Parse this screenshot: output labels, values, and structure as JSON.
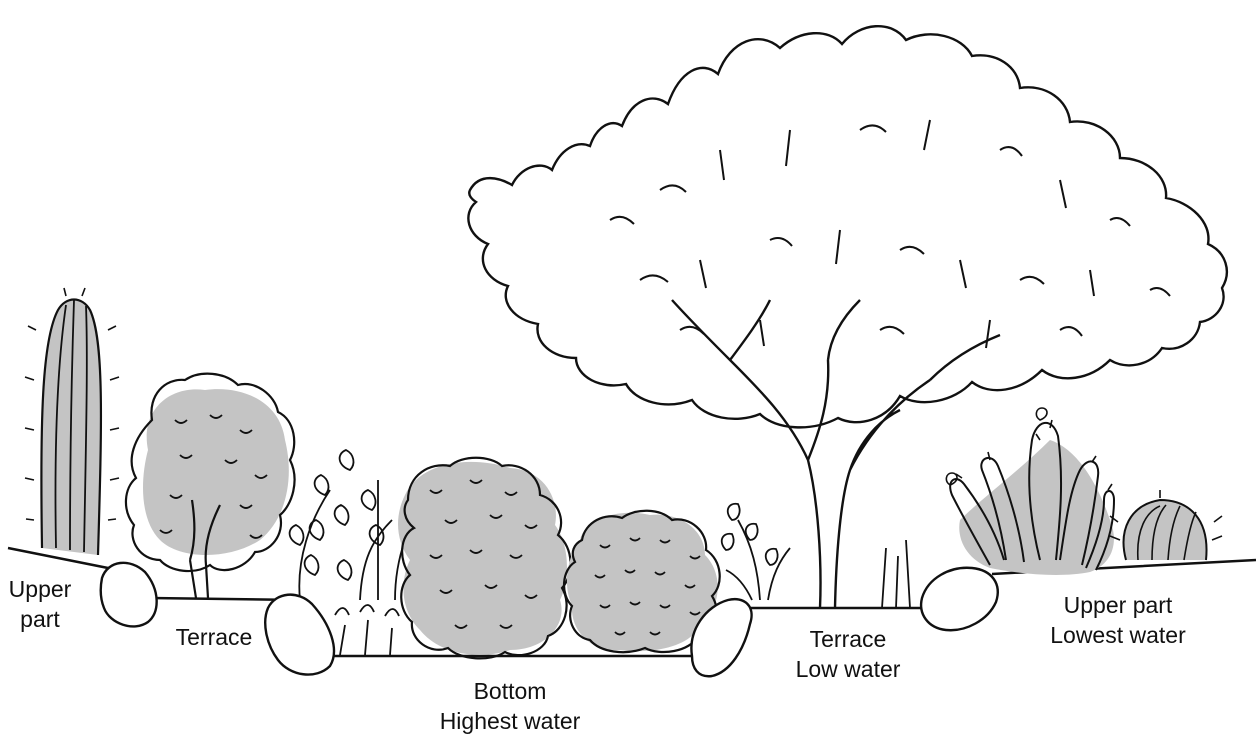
{
  "colors": {
    "ink": "#111111",
    "shade": "#c4c4c4",
    "background": "#ffffff"
  },
  "labels": {
    "upper_left": [
      "Upper",
      "part"
    ],
    "terrace_left": [
      "Terrace"
    ],
    "bottom": [
      "Bottom",
      "Highest water"
    ],
    "terrace_right": [
      "Terrace",
      "Low water"
    ],
    "upper_right": [
      "Upper part",
      "Lowest water"
    ]
  }
}
